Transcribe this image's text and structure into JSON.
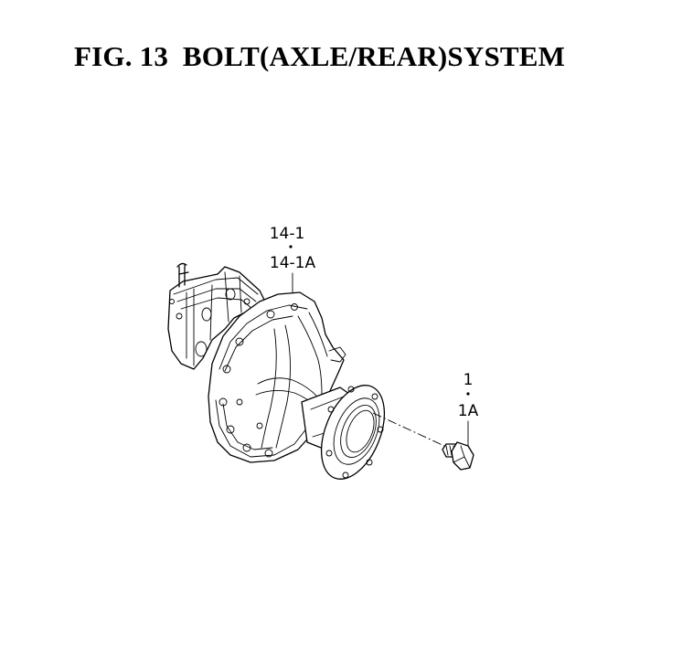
{
  "title": "FIG. 13  BOLT(AXLE/REAR)SYSTEM",
  "callouts": {
    "housing": {
      "line1": "14-1",
      "line2": "14-1A"
    },
    "bolt": {
      "line1": "1",
      "line2": "1A"
    }
  }
}
